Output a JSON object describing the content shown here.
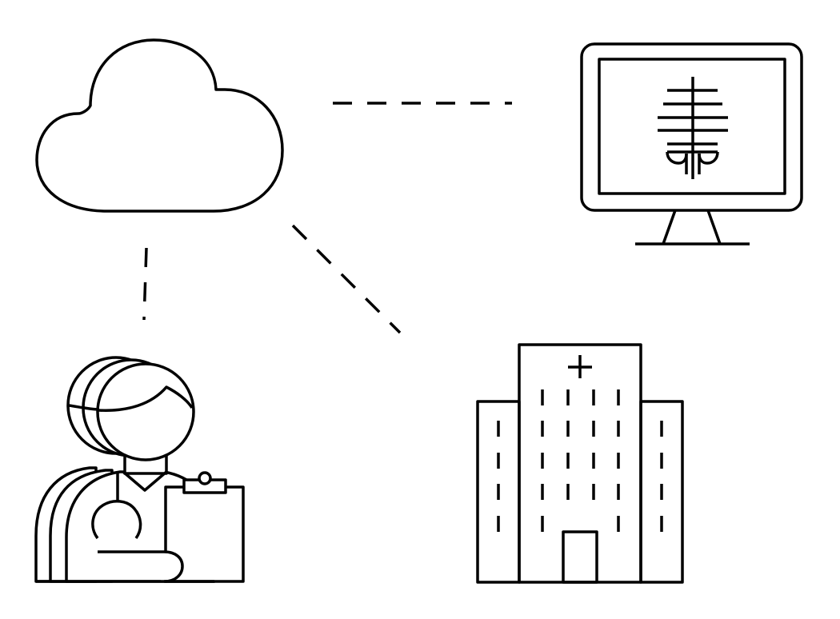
{
  "diagram": {
    "nodes": [
      {
        "id": "cloud",
        "icon": "cloud-icon"
      },
      {
        "id": "monitor",
        "icon": "xray-monitor-icon"
      },
      {
        "id": "clinicians",
        "icon": "healthcare-workers-icon"
      },
      {
        "id": "hospital",
        "icon": "hospital-building-icon"
      }
    ],
    "connections": [
      {
        "from": "cloud",
        "to": "monitor",
        "style": "dashed"
      },
      {
        "from": "cloud",
        "to": "clinicians",
        "style": "dashed"
      },
      {
        "from": "cloud",
        "to": "hospital",
        "style": "dashed"
      }
    ],
    "colors": {
      "line": "#000000",
      "background": "#ffffff"
    }
  }
}
